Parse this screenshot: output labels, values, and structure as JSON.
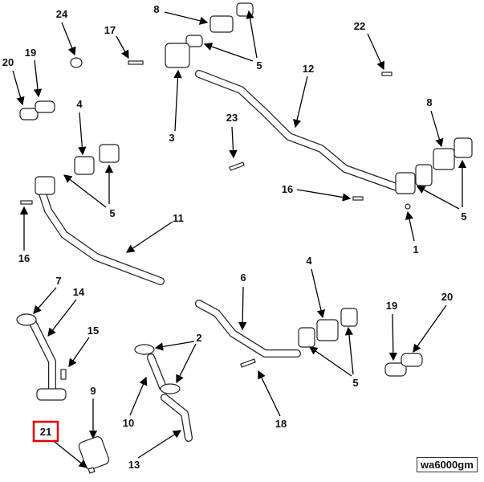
{
  "callouts": [
    "24",
    "8",
    "17",
    "5",
    "22",
    "20",
    "19",
    "12",
    "3",
    "4",
    "23",
    "8",
    "16",
    "5",
    "5",
    "11",
    "16",
    "1",
    "7",
    "14",
    "6",
    "4",
    "20",
    "19",
    "15",
    "2",
    "9",
    "5",
    "10",
    "18",
    "21",
    "13"
  ],
  "highlighted_callout": "21",
  "highlight_color": "#e00000",
  "figure_id": "wa6000gm"
}
